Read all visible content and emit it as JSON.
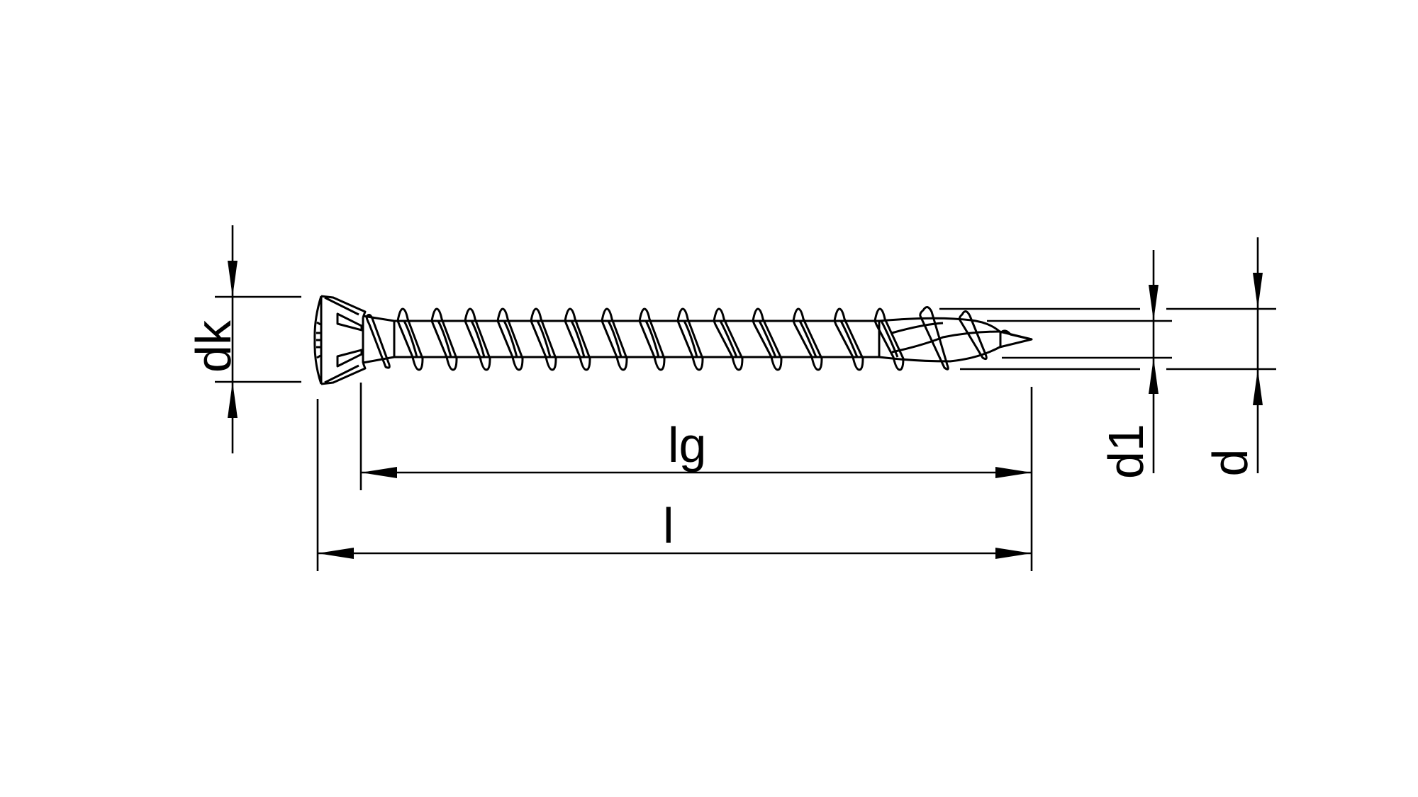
{
  "diagram": {
    "type": "technical-drawing",
    "subject": "screw",
    "background_color": "#ffffff",
    "line_color": "#000000",
    "dimensions": {
      "head_diameter": {
        "label": "dk",
        "orientation": "vertical"
      },
      "thread_length": {
        "label": "lg",
        "orientation": "horizontal"
      },
      "total_length": {
        "label": "l",
        "orientation": "horizontal"
      },
      "core_diameter": {
        "label": "d1",
        "orientation": "vertical"
      },
      "nominal_diameter": {
        "label": "d",
        "orientation": "vertical"
      }
    }
  }
}
